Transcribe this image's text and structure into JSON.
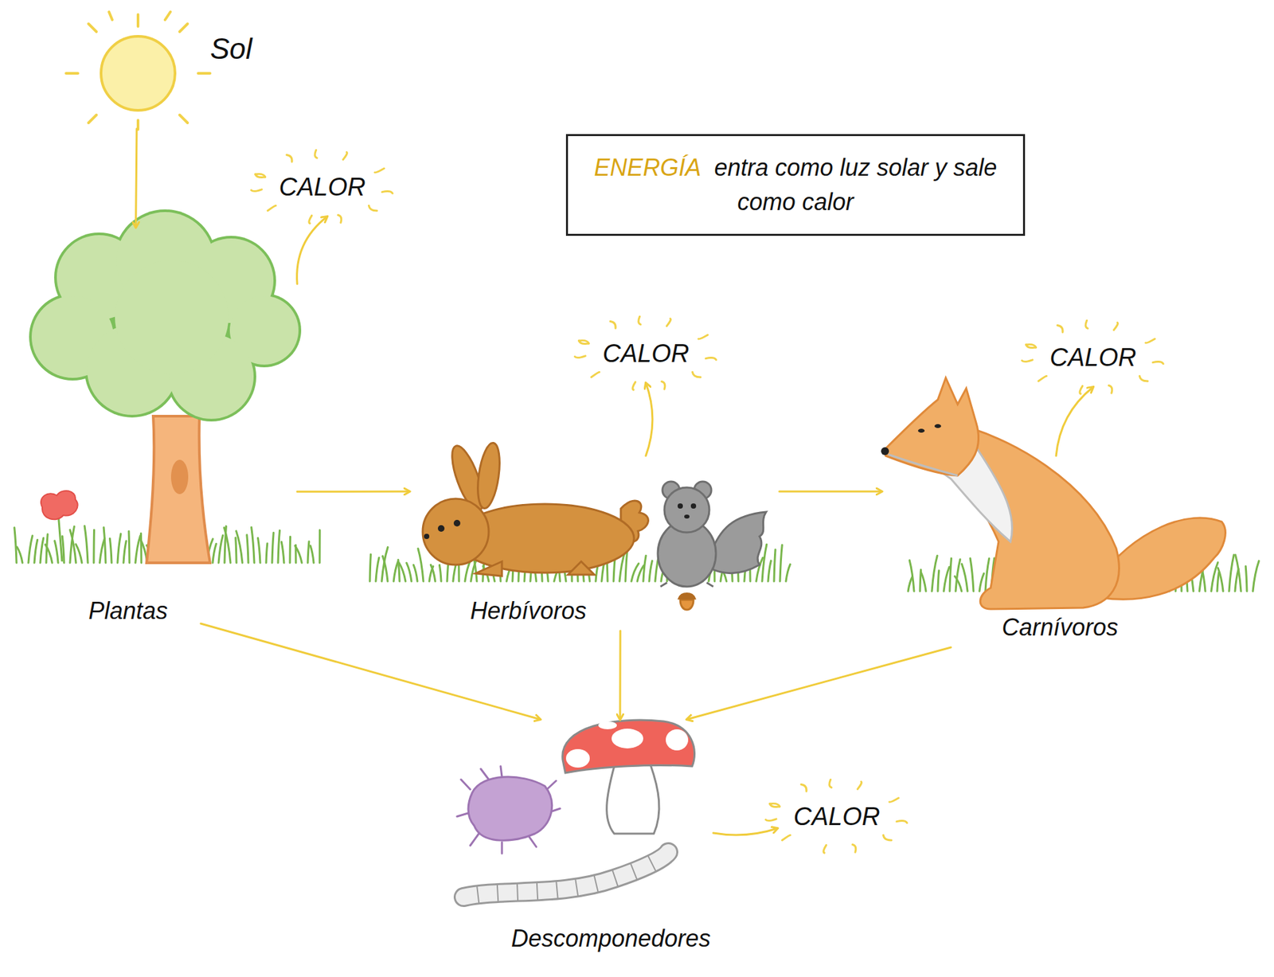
{
  "diagram": {
    "nodes": [
      {
        "text": [
          "Sol"
        ]
      },
      {
        "text": [
          "Plantas"
        ]
      },
      {
        "text": [
          "Herbívoros"
        ]
      },
      {
        "text": [
          "Carnívoros"
        ]
      },
      {
        "text": [
          "Descomponedores"
        ]
      },
      {
        "text": [
          "CALOR"
        ]
      },
      {
        "text": [
          "CALOR"
        ]
      },
      {
        "text": [
          "CALOR"
        ]
      },
      {
        "text": [
          "CALOR"
        ]
      },
      {
        "text": [
          "ENERGÍA",
          "entra como luz solar y sale como calor"
        ]
      }
    ],
    "edges": [
      {
        "from": 0,
        "to": 1,
        "arrow": "to"
      },
      {
        "from": 1,
        "to": 2,
        "arrow": "to"
      },
      {
        "from": 2,
        "to": 3,
        "arrow": "to"
      },
      {
        "from": 1,
        "to": 5,
        "arrow": "to"
      },
      {
        "from": 2,
        "to": 6,
        "arrow": "to"
      },
      {
        "from": 3,
        "to": 7,
        "arrow": "to"
      },
      {
        "from": 1,
        "to": 4,
        "arrow": "to"
      },
      {
        "from": 2,
        "to": 4,
        "arrow": "to"
      },
      {
        "from": 3,
        "to": 4,
        "arrow": "to"
      },
      {
        "from": 4,
        "to": 8,
        "arrow": "to"
      }
    ]
  }
}
